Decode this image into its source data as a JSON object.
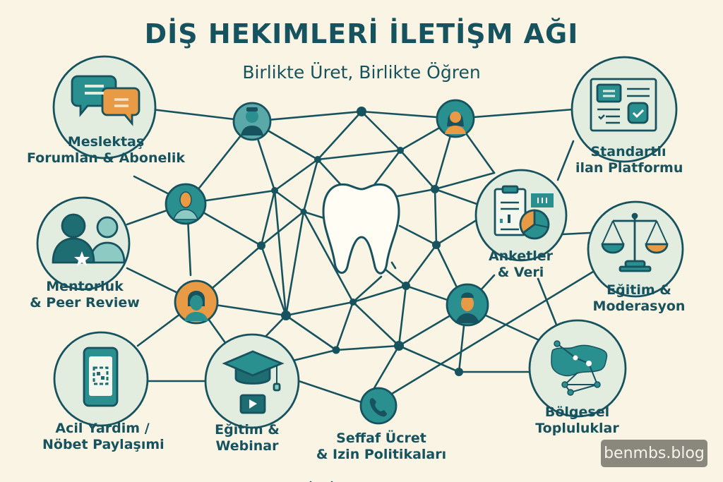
{
  "header": {
    "title": "DİŞ HEKIMLERİ İLETİŞM AĞI",
    "subtitle": "Birlikte Üret, Birlikte Öğren"
  },
  "colors": {
    "background": "#faf4e4",
    "primary_teal": "#17535e",
    "mid_teal": "#2a8f8f",
    "light_circle": "#e2ecdf",
    "orange": "#e89a45",
    "tooth_fill": "#fffdf4"
  },
  "features": [
    {
      "id": "forums",
      "icon": "chat-bubbles-icon",
      "label_line1": "Meslektaş",
      "label_line2": "Forumlan & Abonelik"
    },
    {
      "id": "mentorship",
      "icon": "mentor-users-icon",
      "label_line1": "Mentorluk",
      "label_line2": "& Peer Review"
    },
    {
      "id": "emergency",
      "icon": "phone-qr-icon",
      "label_line1": "Acil Yardim /",
      "label_line2": "Nöbet Paylaşımi"
    },
    {
      "id": "webinar",
      "icon": "graduation-cap-video-icon",
      "label_line1": "Eğitim &",
      "label_line2": "Webinar"
    },
    {
      "id": "pricing",
      "icon": "phone-icon",
      "label_line1": "Seffaf Ücret",
      "label_line2": "& Izin Politikaları"
    },
    {
      "id": "job-platform",
      "icon": "job-board-icon",
      "label_line1": "Standartlı",
      "label_line2": "ilan Platformu"
    },
    {
      "id": "surveys",
      "icon": "clipboard-chart-icon",
      "label_line1": "Anketler",
      "label_line2": "& Veri"
    },
    {
      "id": "moderation",
      "icon": "scales-icon",
      "label_line1": "Eğitim &",
      "label_line2": "Moderasyon"
    },
    {
      "id": "regional",
      "icon": "turkey-map-icon",
      "label_line1": "Bölgesel",
      "label_line2": "Topluluklar"
    }
  ],
  "center": {
    "icon": "tooth-icon"
  },
  "people_nodes": [
    {
      "id": "p1",
      "style": "teal-man"
    },
    {
      "id": "p2",
      "style": "teal-woman-orange"
    },
    {
      "id": "p3",
      "style": "teal-orange-head"
    },
    {
      "id": "p4",
      "style": "orange-ring-teal"
    },
    {
      "id": "p5",
      "style": "teal-man-orange"
    }
  ],
  "watermark": "benmbs.blog"
}
